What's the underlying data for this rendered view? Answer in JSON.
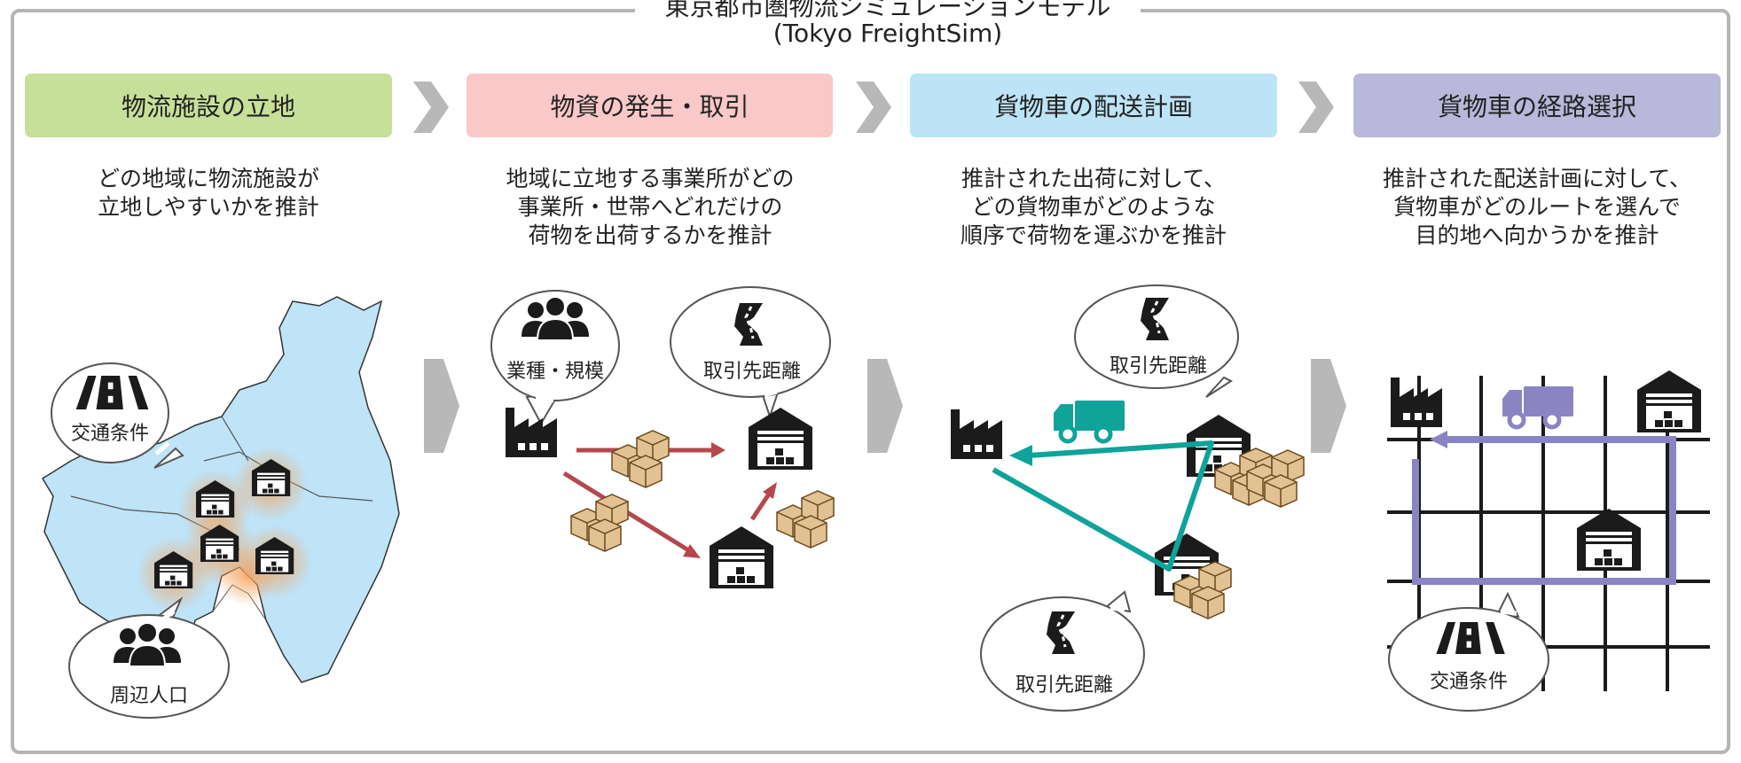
{
  "header": {
    "title_line1": "東京都市圏物流シミュレーションモデル",
    "title_line2": "(Tokyo FreightSim)"
  },
  "stages": [
    {
      "title": "物流施設の立地",
      "color": "#c6e09a",
      "desc": [
        "どの地域に物流施設が",
        "立地しやすいかを推計"
      ]
    },
    {
      "title": "物資の発生・取引",
      "color": "#f9c8c9",
      "desc": [
        "地域に立地する事業所がどの",
        "事業所・世帯へどれだけの",
        "荷物を出荷するかを推計"
      ]
    },
    {
      "title": "貨物車の配送計画",
      "color": "#bde3f6",
      "desc": [
        "推計された出荷に対して、",
        "どの貨物車がどのような",
        "順序で荷物を運ぶかを推計"
      ]
    },
    {
      "title": "貨物車の経路選択",
      "color": "#b9b7da",
      "desc": [
        "推計された配送計画に対して、",
        "貨物車がどのルートを選んで",
        "目的地へ向かうかを推計"
      ]
    }
  ],
  "bubbles": {
    "traffic_conditions": "交通条件",
    "population": "周辺人口",
    "industry_scale": "業種・規模",
    "trade_distance": "取引先距離"
  },
  "colors": {
    "map_fill": "#bfe3f7",
    "arrow_gray": "#b8b8b8",
    "flow_red": "#b5484c",
    "route_teal": "#0fa39a",
    "route_purple": "#8a85c2",
    "box_tan": "#e2c293"
  }
}
